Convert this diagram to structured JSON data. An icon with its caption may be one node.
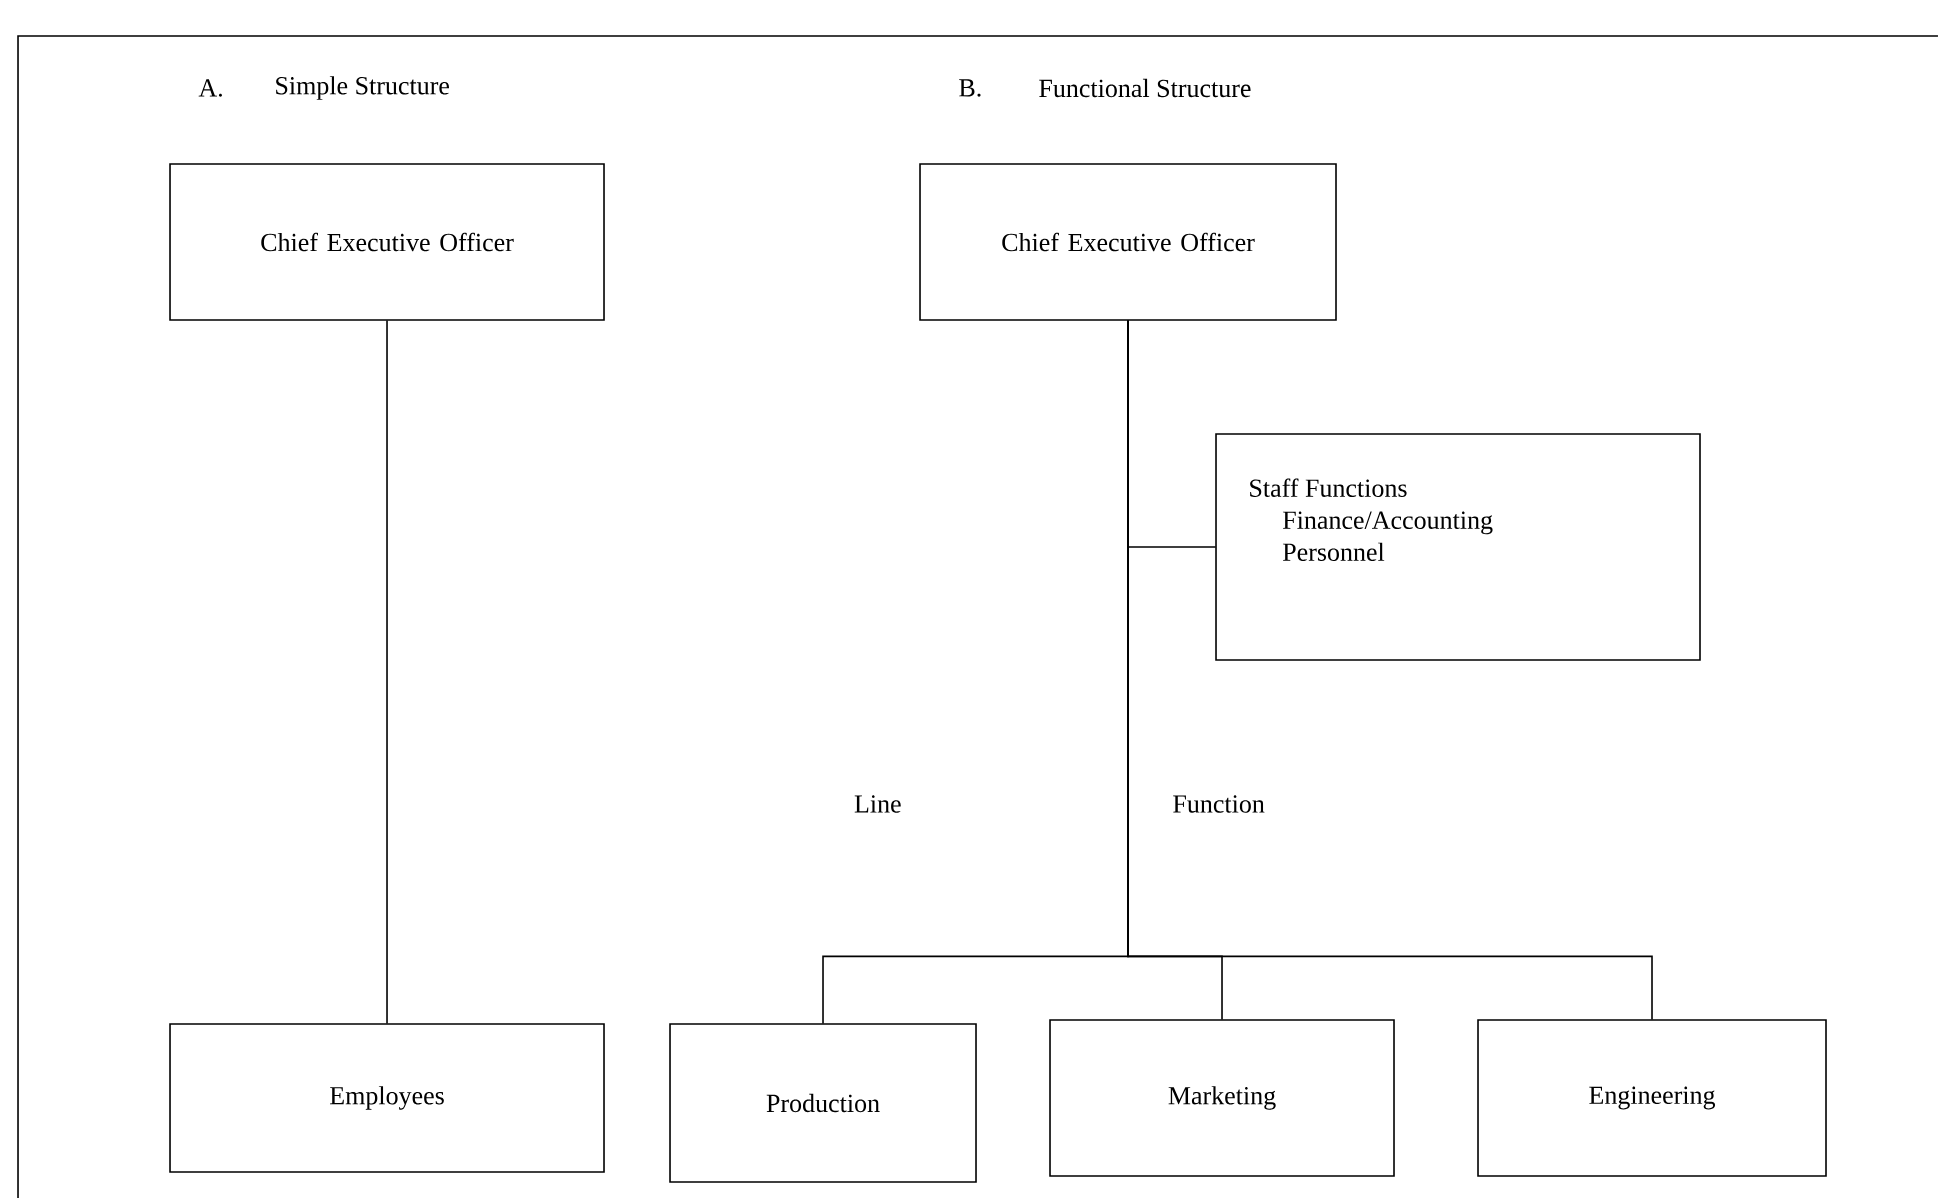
{
  "diagram": {
    "nodes": [
      {
        "text": [
          "Chief Executive Officer"
        ]
      },
      {
        "text": [
          "Employees"
        ]
      },
      {
        "text": [
          "Chief Executive Officer"
        ]
      },
      {
        "text": [
          "Staff Functions",
          "Finance/Accounting",
          "Personnel"
        ]
      },
      {
        "text": [
          "Production"
        ]
      },
      {
        "text": [
          "Marketing"
        ]
      },
      {
        "text": [
          "Engineering"
        ]
      }
    ],
    "edges": [
      {
        "from": 0,
        "to": 1,
        "arrow": "none"
      },
      {
        "from": 2,
        "to": 3,
        "arrow": "none"
      },
      {
        "from": 2,
        "to": 4,
        "arrow": "none"
      },
      {
        "from": 2,
        "to": 5,
        "arrow": "none"
      },
      {
        "from": 2,
        "to": 6,
        "arrow": "none"
      }
    ],
    "labels": [
      "A.",
      "Simple Structure",
      "B.",
      "Functional Structure",
      "Line",
      "Function"
    ]
  }
}
